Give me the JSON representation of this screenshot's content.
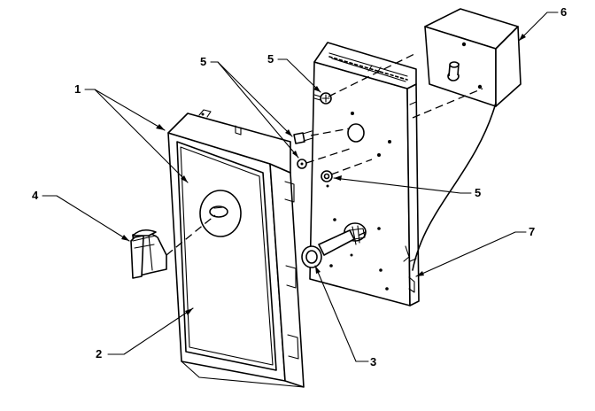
{
  "diagram": {
    "callouts": [
      {
        "id": "c1",
        "label": "1"
      },
      {
        "id": "c2",
        "label": "2"
      },
      {
        "id": "c3",
        "label": "3"
      },
      {
        "id": "c4",
        "label": "4"
      },
      {
        "id": "c5a",
        "label": "5"
      },
      {
        "id": "c5b",
        "label": "5"
      },
      {
        "id": "c5c",
        "label": "5"
      },
      {
        "id": "c6",
        "label": "6"
      },
      {
        "id": "c7",
        "label": "7"
      }
    ]
  }
}
